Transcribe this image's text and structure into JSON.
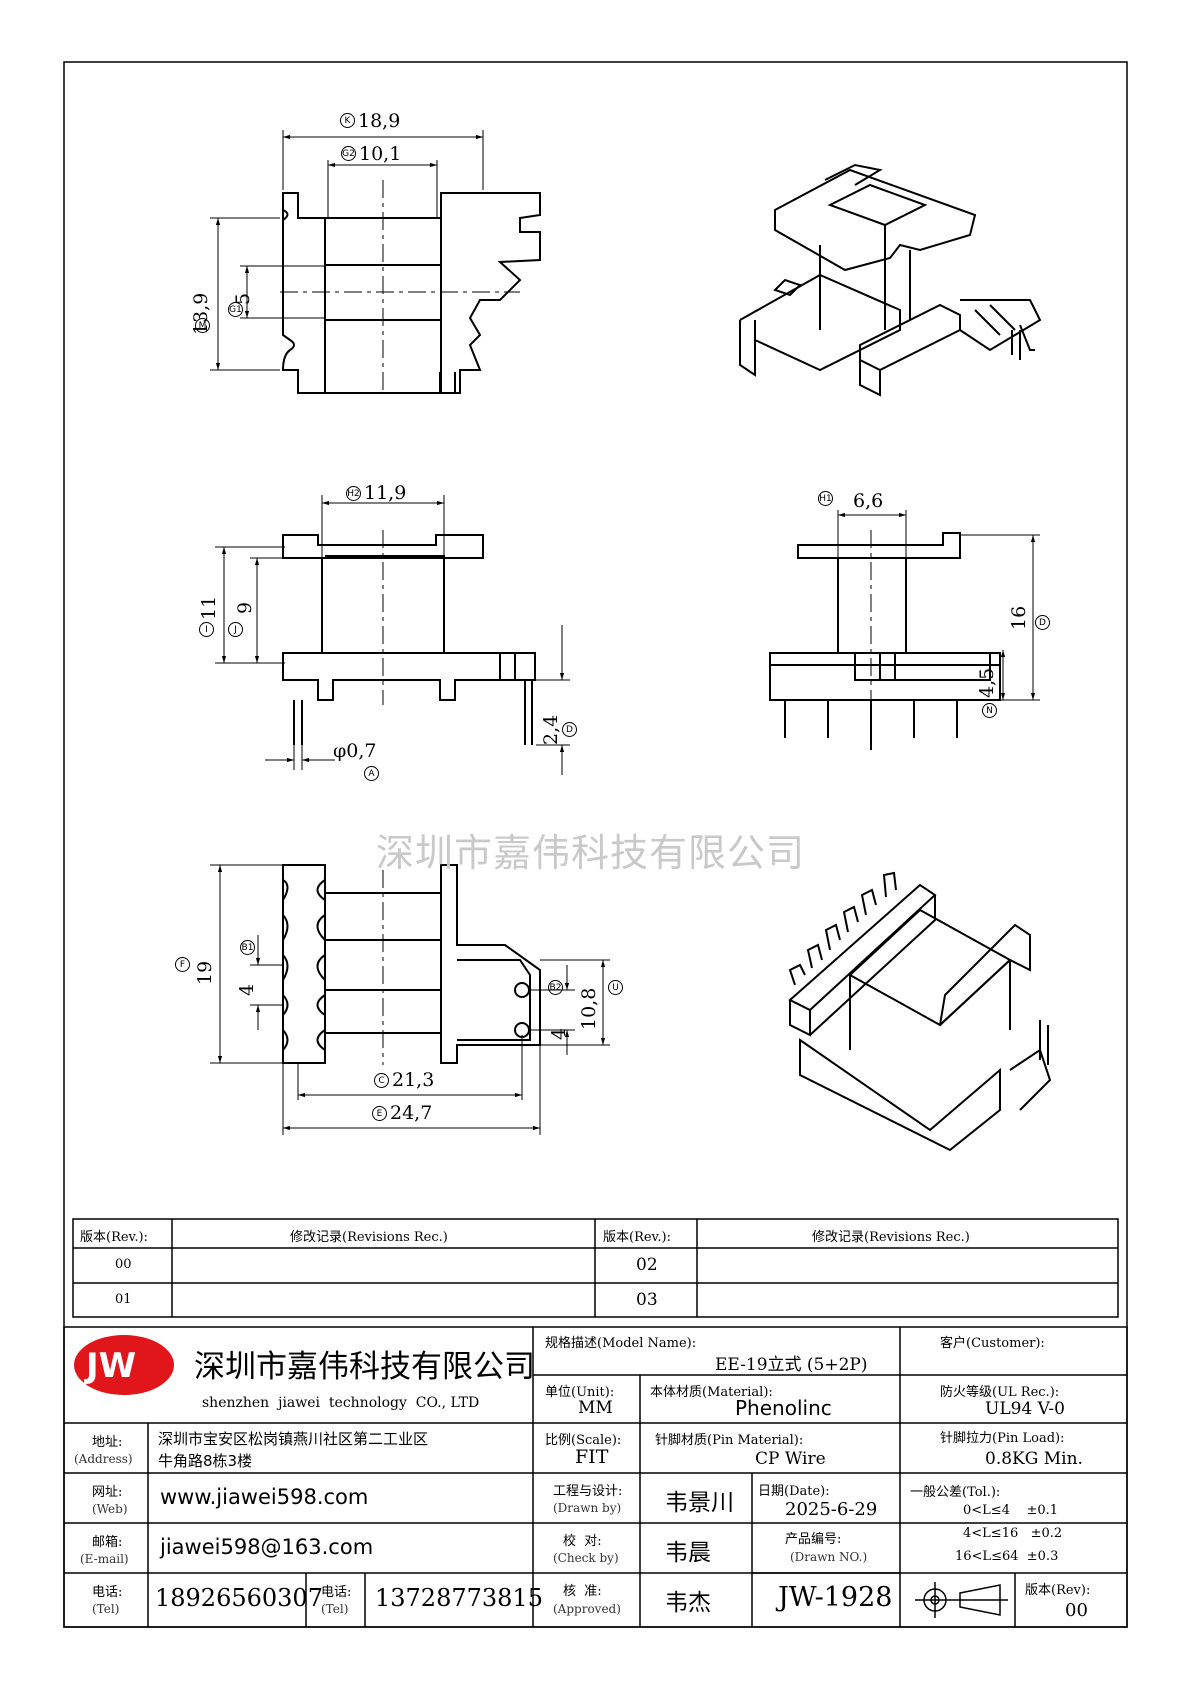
{
  "watermark": "深圳市嘉伟科技有限公司",
  "dims": {
    "k": "18,9",
    "g2": "10,1",
    "m": "13,9",
    "g1": "5",
    "h2": "11,9",
    "i": "11",
    "j": "9",
    "d_pin": "2,4",
    "pin_dia": "φ0,7",
    "h1": "6,6",
    "d_total": "16",
    "n": "4,5",
    "f": "19",
    "b1": "4",
    "b2": "4",
    "u": "10,8",
    "c": "21,3",
    "e": "24,7"
  },
  "labels": {
    "k": "K",
    "g2": "G2",
    "m": "M",
    "g1": "G1",
    "h2": "H2",
    "i": "I",
    "j": "J",
    "d": "D",
    "a": "A",
    "h1": "H1",
    "n": "N",
    "f": "F",
    "b1": "B1",
    "b2": "B2",
    "u": "U",
    "c": "C",
    "e": "E"
  },
  "revisions": {
    "header_rev": "版本(Rev.):",
    "header_rec": "修改记录(Revisions Rec.)",
    "rows": [
      {
        "left": "00",
        "right": "02"
      },
      {
        "left": "01",
        "right": "03"
      }
    ]
  },
  "company": {
    "logo": "JW",
    "name_cn": "深圳市嘉伟科技有限公司",
    "name_en": "shenzhen  jiawei  technology  CO., LTD",
    "address_label": "地址:",
    "address_label_en": "(Address)",
    "address_line1": "深圳市宝安区松岗镇燕川社区第二工业区",
    "address_line2": "牛角路8栋3楼",
    "web_label": "网址:",
    "web_label_en": "(Web)",
    "web": "www.jiawei598.com",
    "email_label": "邮箱:",
    "email_label_en": "(E-mail)",
    "email": "jiawei598@163.com",
    "tel_label": "电话:",
    "tel_label_en": "(Tel)",
    "tel1": "18926560307",
    "tel2": "13728773815"
  },
  "spec": {
    "model_label": "规格描述(Model Name):",
    "model": "EE-19立式 (5+2P)",
    "customer_label": "客户(Customer):",
    "customer": "",
    "unit_label": "单位(Unit):",
    "unit": "MM",
    "material_label": "本体材质(Material):",
    "material": "Phenolinc",
    "ul_label": "防火等级(UL Rec.):",
    "ul": "UL94 V-0",
    "scale_label": "比例(Scale):",
    "scale": "FIT",
    "pin_material_label": "针脚材质(Pin Material):",
    "pin_material": "CP Wire",
    "pin_load_label": "针脚拉力(Pin Load):",
    "pin_load": "0.8KG Min.",
    "design_label": "工程与设计:",
    "design_label_en": "(Drawn by)",
    "designer": "韦景川",
    "date_label": "日期(Date):",
    "date": "2025-6-29",
    "tol_label": "一般公差(Tol.):",
    "tol": [
      "0<L≤4    ±0.1",
      "4<L≤16   ±0.2",
      "16<L≤64  ±0.3"
    ],
    "check_label": "校  对:",
    "check_label_en": "(Check by)",
    "checker": "韦晨",
    "drawno_label": "产品编号:",
    "drawno_label_en": "(Drawn NO.)",
    "approve_label": "核  准:",
    "approve_label_en": "(Approved)",
    "approver": "韦杰",
    "drawno": "JW-1928",
    "rev_label": "版本(Rev):",
    "rev": "00"
  }
}
